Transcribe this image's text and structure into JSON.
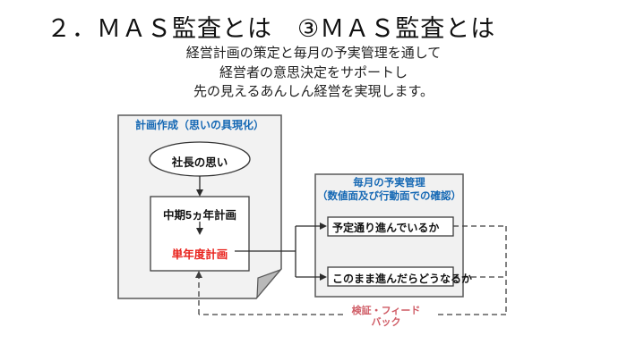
{
  "slide": {
    "title": "２．ＭＡＳ監査とは　③ＭＡＳ監査とは",
    "subtitle_lines": [
      "経営計画の策定と毎月の予実管理を通して",
      "経営者の意思決定をサポートし",
      "先の見えるあんしん経営を実現します。"
    ]
  },
  "diagram": {
    "left_panel": {
      "header": "計画作成（思いの具現化）",
      "ellipse_label": "社長の思い",
      "mid_plan_label": "中期5ヵ年計画",
      "annual_plan_label": "単年度計画"
    },
    "right_panel": {
      "header_line1": "毎月の予実管理",
      "header_line2": "（数値面及び行動面での確認）",
      "check1_label": "予定通り進んでいるか",
      "check2_label": "このまま進んだらどうなるか"
    },
    "feedback": {
      "line1": "検証・フィード",
      "line2": "バック"
    },
    "colors": {
      "header_blue": "#1568b4",
      "annual_plan_red": "#e8201a",
      "feedback_red": "#cf5a64",
      "panel_fill": "#f2f2f2",
      "panel_border": "#595959",
      "box_border": "#3d3d3d",
      "fold_fill": "#b9b9b9",
      "connector": "#2b2b2b"
    }
  }
}
